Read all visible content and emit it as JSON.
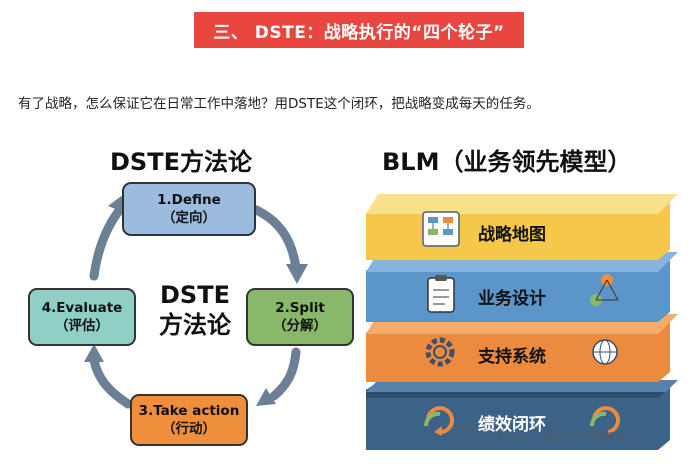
{
  "banner": {
    "text": "三、 DSTE：战略执行的“四个轮子”",
    "color": "#e8463e"
  },
  "intro": {
    "text": "有了战略，怎么保证它在日常工作中落地？用DSTE这个闭环，把战略变成每天的任务。"
  },
  "dste": {
    "title": "DSTE方法论",
    "center_line1": "DSTE",
    "center_line2": "方法论",
    "steps": [
      {
        "line1": "1.Define",
        "line2": "（定向）",
        "color": "#9bbcde"
      },
      {
        "line1": "2.Split",
        "line2": "（分解）",
        "color": "#8ab86a"
      },
      {
        "line1": "3.Take action",
        "line2": "（行动）",
        "color": "#ef8f3c"
      },
      {
        "line1": "4.Evaluate",
        "line2": "（评估）",
        "color": "#8fcfc6"
      }
    ],
    "arrow_color": "#6b7f95"
  },
  "blm": {
    "title": "BLM（业务领先模型）",
    "layers": [
      {
        "label": "战略地图",
        "icon": "strategy-map-icon",
        "color": "#f5c84c"
      },
      {
        "label": "业务设计",
        "icon": "clipboard-icon",
        "color": "#5b95c9"
      },
      {
        "label": "支持系统",
        "icon": "gear-icon",
        "color": "#ec8a3e"
      },
      {
        "label": "绩效闭环",
        "icon": "cycle-arrows-icon",
        "color": "#3c6288"
      }
    ]
  },
  "watermark": {
    "text": "公众号 · 碳硅化合物AI"
  }
}
